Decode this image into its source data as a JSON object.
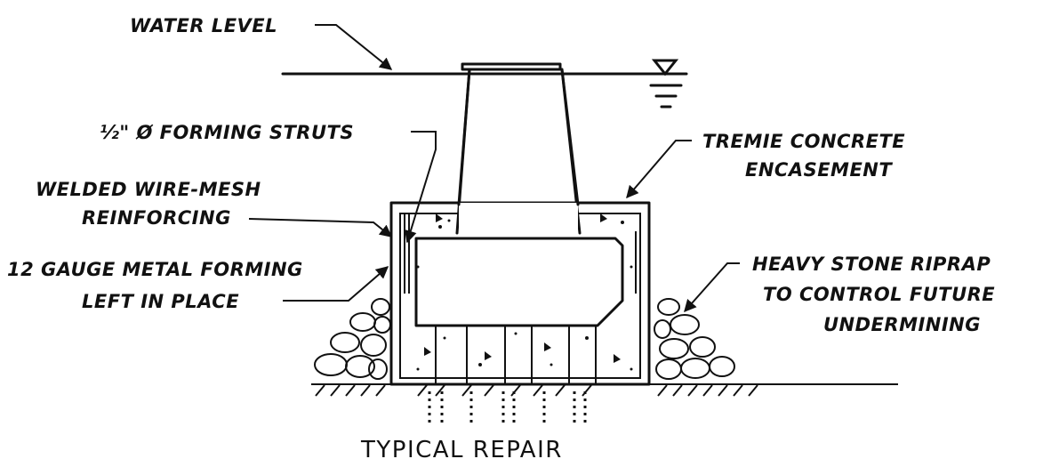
{
  "labels": {
    "water_level": "WATER LEVEL",
    "forming_struts": "½\" Ø FORMING STRUTS",
    "tremie_line1": "TREMIE CONCRETE",
    "tremie_line2": "ENCASEMENT",
    "mesh_line1": "WELDED WIRE-MESH",
    "mesh_line2": "REINFORCING",
    "metal_line1": "12 GAUGE METAL FORMING",
    "metal_line2": "LEFT IN PLACE",
    "riprap_line1": "HEAVY STONE RIPRAP",
    "riprap_line2": "TO CONTROL FUTURE",
    "riprap_line3": "UNDERMINING"
  },
  "title": "TYPICAL REPAIR",
  "colors": {
    "ink": "#111111",
    "background": "#ffffff"
  }
}
